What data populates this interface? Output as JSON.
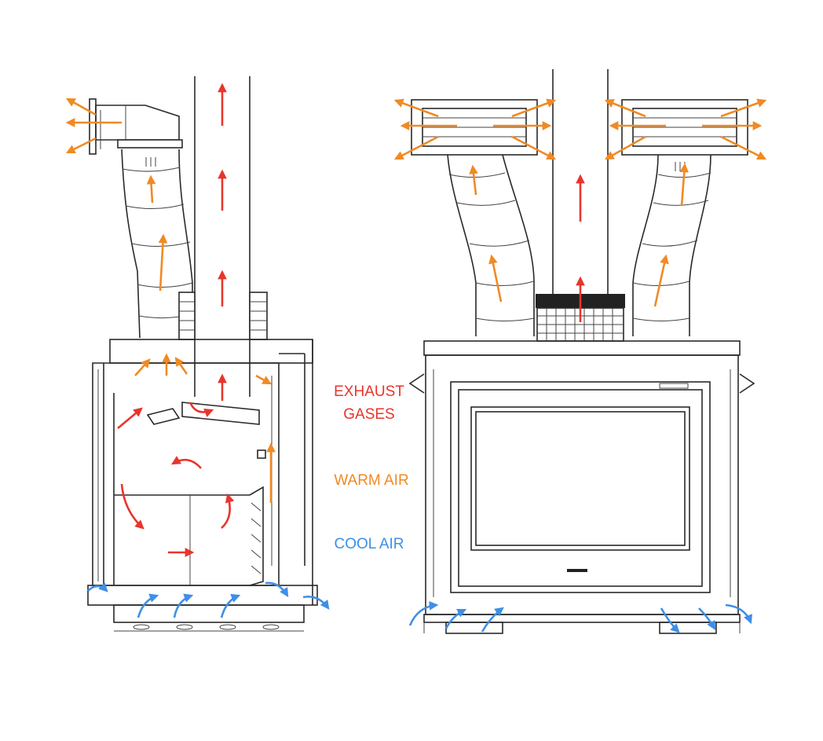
{
  "colors": {
    "exhaust": "#e8352c",
    "warm": "#f08a24",
    "cool": "#3f8fe6",
    "line": "#2a2a2a"
  },
  "legend": {
    "exhaust_line1": "EXHAUST",
    "exhaust_line2": "GASES",
    "warm": "WARM AIR",
    "cool": "COOL AIR"
  },
  "icons": {
    "exhaust_arrow": "red-arrow-icon",
    "warm_arrow": "orange-arrow-icon",
    "cool_arrow": "blue-curved-arrow-icon"
  }
}
